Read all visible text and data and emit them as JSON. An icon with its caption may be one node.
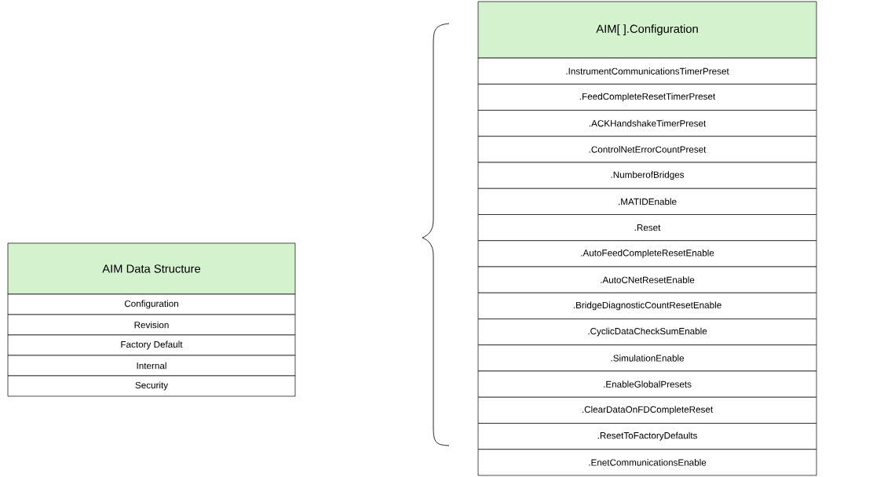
{
  "diagram": {
    "nodes": [
      {
        "text": [
          "AIM Data Structure"
        ]
      },
      {
        "text": [
          "Configuration"
        ]
      },
      {
        "text": [
          "Revision"
        ]
      },
      {
        "text": [
          "Factory Default"
        ]
      },
      {
        "text": [
          "Internal"
        ]
      },
      {
        "text": [
          "Security"
        ]
      },
      {
        "text": [
          "AIM[ ].Configuration"
        ]
      },
      {
        "text": [
          ".InstrumentCommunicationsTimerPreset"
        ]
      },
      {
        "text": [
          ".FeedCompleteResetTimerPreset"
        ]
      },
      {
        "text": [
          ".ACKHandshakeTimerPreset"
        ]
      },
      {
        "text": [
          ".ControlNetErrorCountPreset"
        ]
      },
      {
        "text": [
          ".NumberofBridges"
        ]
      },
      {
        "text": [
          ".MATIDEnable"
        ]
      },
      {
        "text": [
          ".Reset"
        ]
      },
      {
        "text": [
          ".AutoFeedCompleteResetEnable"
        ]
      },
      {
        "text": [
          ".AutoCNetResetEnable"
        ]
      },
      {
        "text": [
          ".BridgeDiagnosticCountResetEnable"
        ]
      },
      {
        "text": [
          ".CyclicDataCheckSumEnable"
        ]
      },
      {
        "text": [
          ".SimulationEnable"
        ]
      },
      {
        "text": [
          ".EnableGlobalPresets"
        ]
      },
      {
        "text": [
          ".ClearDataOnFDCompleteReset"
        ]
      },
      {
        "text": [
          ".ResetToFactoryDefaults"
        ]
      },
      {
        "text": [
          ".EnetCommunicationsEnable"
        ]
      }
    ]
  }
}
